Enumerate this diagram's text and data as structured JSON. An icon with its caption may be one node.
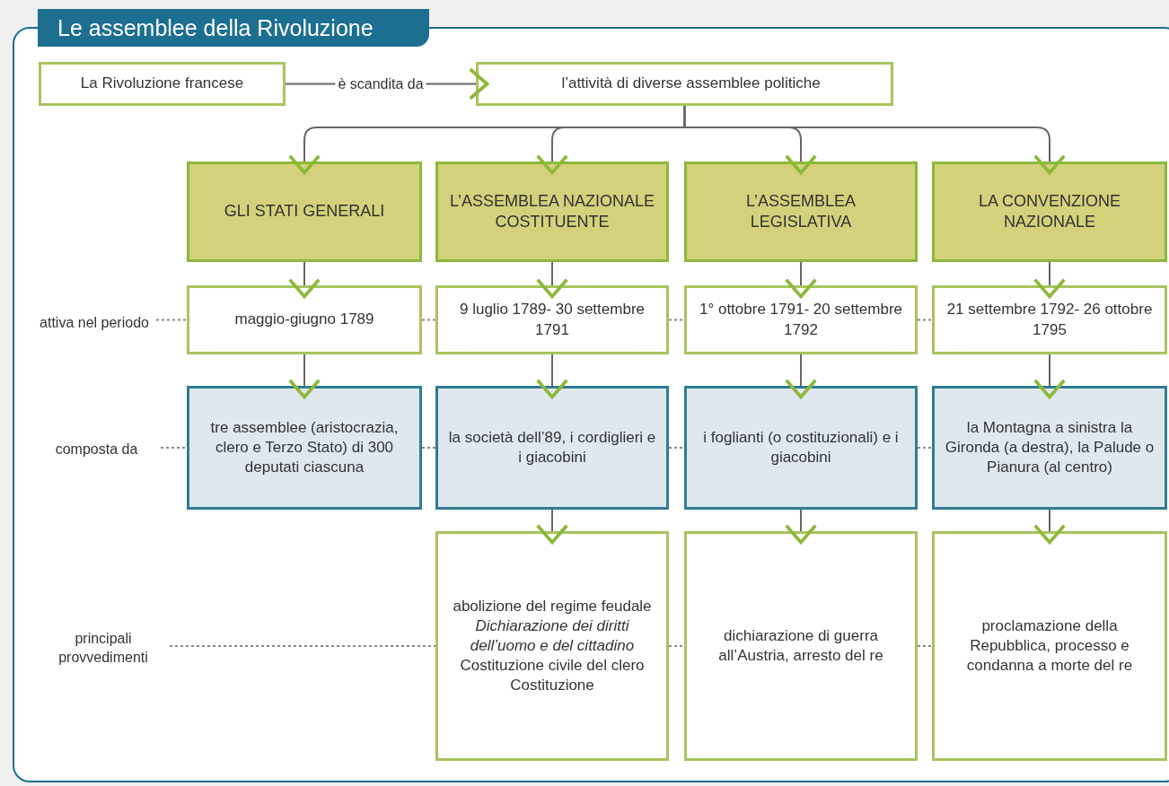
{
  "diagram": {
    "title": "Le assemblee della Rivoluzione",
    "nodes": [
      {
        "text": [
          "La Rivoluzione francese"
        ]
      },
      {
        "text": [
          "l’attività di diverse assemblee politiche"
        ]
      },
      {
        "text": [
          "GLI STATI GENERALI"
        ]
      },
      {
        "text": [
          "L’ASSEMBLEA NAZIONALE COSTITUENTE"
        ]
      },
      {
        "text": [
          "L’ASSEMBLEA LEGISLATIVA"
        ]
      },
      {
        "text": [
          "LA CONVENZIONE NAZIONALE"
        ]
      },
      {
        "text": [
          "maggio-giugno 1789"
        ]
      },
      {
        "text": [
          "9 luglio 1789- 30 settembre 1791"
        ]
      },
      {
        "text": [
          "1° ottobre 1791- 20 settembre 1792"
        ]
      },
      {
        "text": [
          "21 settembre 1792- 26 ottobre 1795"
        ]
      },
      {
        "text": [
          "tre assemblee (aristocrazia, clero e Terzo Stato) di 300 deputati ciascuna"
        ]
      },
      {
        "text": [
          "la società dell’89, i cordiglieri e i giacobini"
        ]
      },
      {
        "text": [
          "i foglianti (o costituzionali) e i giacobini"
        ]
      },
      {
        "text": [
          "la Montagna a sinistra la Gironda (a destra), la Palude o Pianura (al centro)"
        ]
      },
      {
        "text": [
          "abolizione del regime feudale *Dichiarazione dei diritti dell’uomo e del cittadino* Costituzione civile del clero Costituzione"
        ]
      },
      {
        "text": [
          "dichiarazione di guerra all’Austria, arresto del re"
        ]
      },
      {
        "text": [
          "proclamazione della Repubblica, processo e condanna a morte del re"
        ]
      },
      {
        "text": [
          "attiva nel periodo"
        ]
      },
      {
        "text": [
          "composta da"
        ]
      },
      {
        "text": [
          "principali provvedimenti"
        ]
      }
    ],
    "edges": [
      {
        "from": 0,
        "to": 1,
        "label": "è scandita da",
        "arrow": "to"
      },
      {
        "from": 1,
        "to": 2,
        "arrow": "to"
      },
      {
        "from": 1,
        "to": 3,
        "arrow": "to"
      },
      {
        "from": 1,
        "to": 4,
        "arrow": "to"
      },
      {
        "from": 1,
        "to": 5,
        "arrow": "to"
      },
      {
        "from": 2,
        "to": 6,
        "arrow": "to"
      },
      {
        "from": 3,
        "to": 7,
        "arrow": "to"
      },
      {
        "from": 4,
        "to": 8,
        "arrow": "to"
      },
      {
        "from": 5,
        "to": 9,
        "arrow": "to"
      },
      {
        "from": 6,
        "to": 10,
        "arrow": "to"
      },
      {
        "from": 7,
        "to": 11,
        "arrow": "to"
      },
      {
        "from": 8,
        "to": 12,
        "arrow": "to"
      },
      {
        "from": 9,
        "to": 13,
        "arrow": "to"
      },
      {
        "from": 11,
        "to": 14,
        "arrow": "to"
      },
      {
        "from": 12,
        "to": 15,
        "arrow": "to"
      },
      {
        "from": 13,
        "to": 16,
        "arrow": "to"
      },
      {
        "from": 17,
        "to": 6,
        "arrow": "none",
        "style": "dashed"
      },
      {
        "from": 6,
        "to": 7,
        "arrow": "none",
        "style": "dashed"
      },
      {
        "from": 7,
        "to": 8,
        "arrow": "none",
        "style": "dashed"
      },
      {
        "from": 8,
        "to": 9,
        "arrow": "none",
        "style": "dashed"
      },
      {
        "from": 18,
        "to": 10,
        "arrow": "none",
        "style": "dashed"
      },
      {
        "from": 10,
        "to": 11,
        "arrow": "none",
        "style": "dashed"
      },
      {
        "from": 11,
        "to": 12,
        "arrow": "none",
        "style": "dashed"
      },
      {
        "from": 12,
        "to": 13,
        "arrow": "none",
        "style": "dashed"
      },
      {
        "from": 19,
        "to": 14,
        "arrow": "none",
        "style": "dashed"
      },
      {
        "from": 14,
        "to": 15,
        "arrow": "none",
        "style": "dashed"
      },
      {
        "from": 15,
        "to": 16,
        "arrow": "none",
        "style": "dashed"
      }
    ]
  }
}
